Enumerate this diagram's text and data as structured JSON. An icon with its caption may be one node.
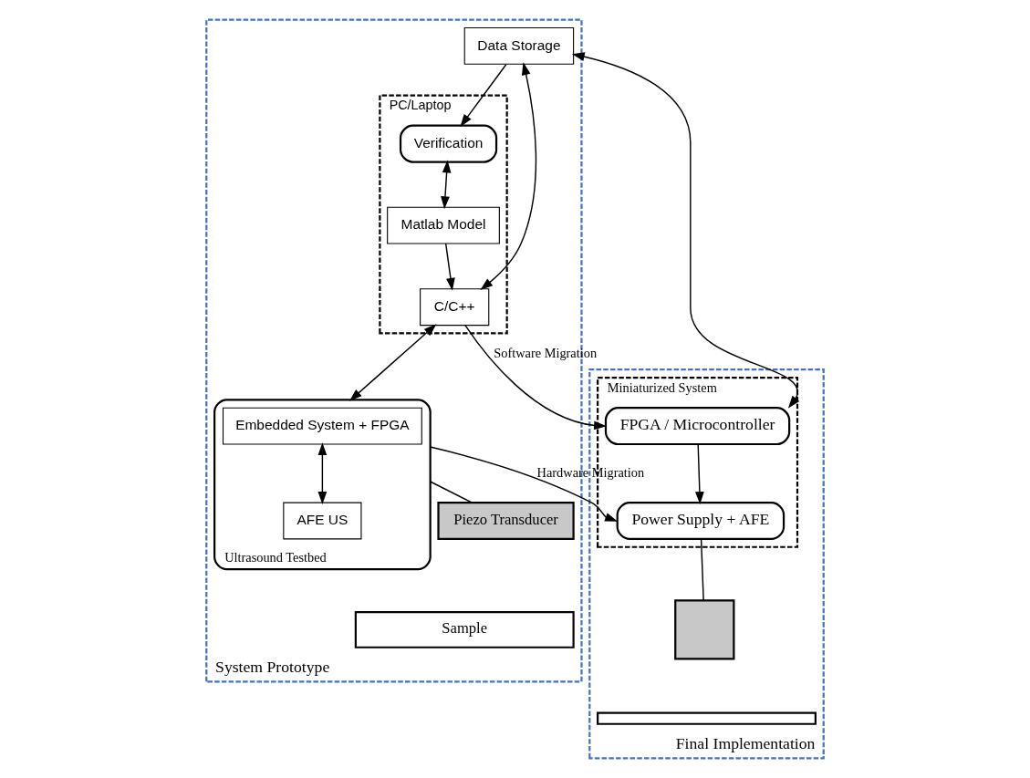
{
  "diagram": {
    "nodes": [
      {
        "text": [
          "System Prototype"
        ]
      },
      {
        "text": [
          "Final Implementation"
        ]
      },
      {
        "text": [
          "Data Storage"
        ],
        "in": 0
      },
      {
        "text": [
          "PC/Laptop"
        ],
        "in": 0
      },
      {
        "text": [
          "Verification"
        ],
        "in": 3
      },
      {
        "text": [
          "Matlab Model"
        ],
        "in": 3
      },
      {
        "text": [
          "C/C++"
        ],
        "in": 3
      },
      {
        "text": [
          "Ultrasound Testbed"
        ],
        "in": 0
      },
      {
        "text": [
          "Embedded System + FPGA"
        ],
        "in": 7
      },
      {
        "text": [
          "AFE US"
        ],
        "in": 7
      },
      {
        "text": [
          "Piezo Transducer"
        ],
        "in": 0
      },
      {
        "text": [
          "Sample"
        ],
        "in": 0
      },
      {
        "text": [
          "Miniaturized System"
        ],
        "in": 1
      },
      {
        "text": [
          "FPGA / Microcontroller"
        ],
        "in": 12
      },
      {
        "text": [
          "Power Supply + AFE"
        ],
        "in": 12
      },
      {
        "text": [],
        "shape": "box",
        "in": 1
      },
      {
        "text": [],
        "shape": "bar",
        "in": 1
      }
    ],
    "edges": [
      {
        "from": 2,
        "to": 4,
        "arrow": "to"
      },
      {
        "from": 2,
        "to": 6,
        "arrow": "both"
      },
      {
        "from": 2,
        "to": 13,
        "arrow": "both"
      },
      {
        "from": 4,
        "to": 5,
        "arrow": "both"
      },
      {
        "from": 5,
        "to": 6,
        "arrow": "to"
      },
      {
        "from": 6,
        "to": 13,
        "arrow": "to",
        "label": "Software Migration"
      },
      {
        "from": 6,
        "to": 7,
        "arrow": "both"
      },
      {
        "from": 8,
        "to": 9,
        "arrow": "both"
      },
      {
        "from": 7,
        "to": 14,
        "arrow": "to",
        "label": "Hardware Migration"
      },
      {
        "from": 13,
        "to": 14,
        "arrow": "to"
      },
      {
        "from": 7,
        "to": 10,
        "arrow": "none"
      },
      {
        "from": 14,
        "to": 15,
        "arrow": "none"
      }
    ]
  }
}
